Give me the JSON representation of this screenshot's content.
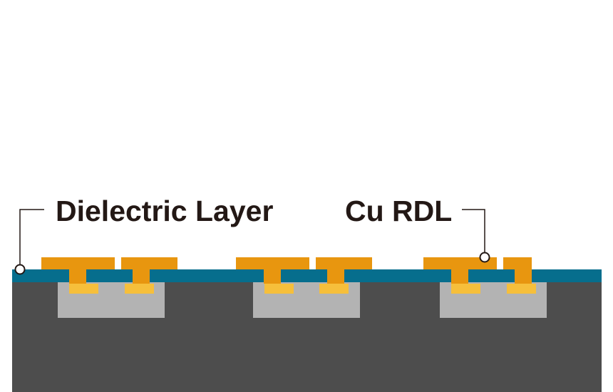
{
  "labels": {
    "dielectric": "Dielectric Layer",
    "cu_rdl": "Cu RDL"
  },
  "colors": {
    "background": "#ffffff",
    "substrate": "#4d4d4d",
    "die": "#b3b3b3",
    "dielectric_layer": "#066e8d",
    "cu_rdl": "#e8960f",
    "pad": "#f6bf3b",
    "leader_line": "#231815",
    "text": "#231815"
  },
  "structure": {
    "die_count": 3,
    "pads_per_die": 2,
    "rdl_traces_per_die": 2
  }
}
